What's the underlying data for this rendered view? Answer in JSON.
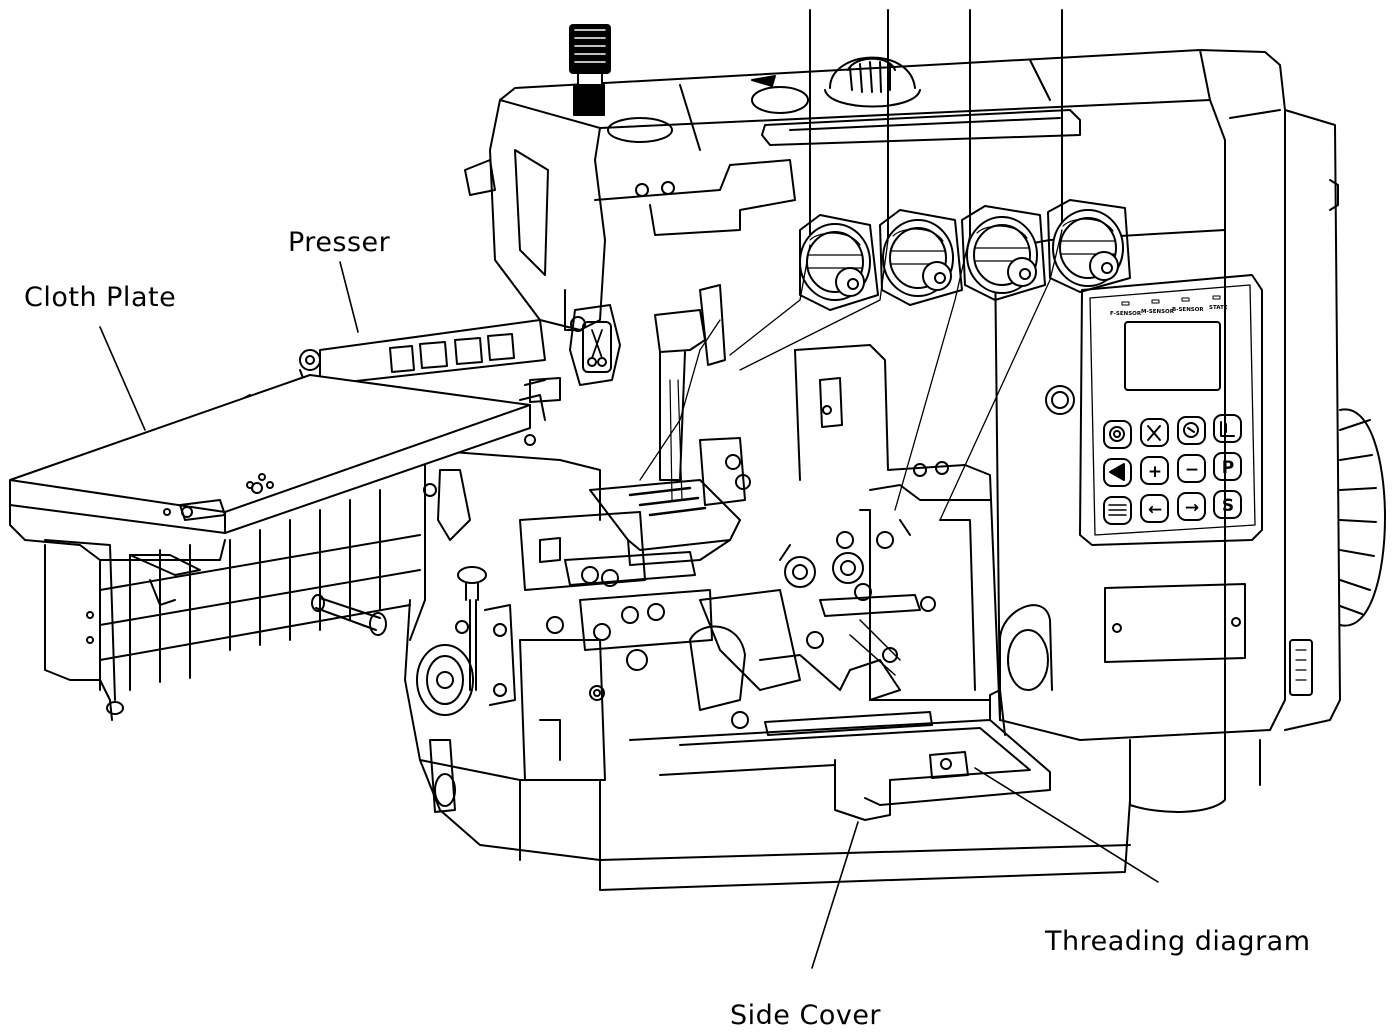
{
  "labels": {
    "presser": "Presser",
    "cloth_plate": "Cloth Plate",
    "threading_diagram": "Threading diagram",
    "side_cover": "Side Cover"
  },
  "control_panel": {
    "indicators": [
      "F-SENSOR",
      "M-SENSOR",
      "B-SENSOR",
      "STATE"
    ],
    "keys_row1": [
      "power",
      "scissors",
      "settings",
      "presser"
    ],
    "keys_row2": [
      "speed",
      "+",
      "−",
      "P"
    ],
    "keys_row3": [
      "menu",
      "←",
      "→",
      "S"
    ]
  },
  "colors": {
    "line": "#000000",
    "background": "#ffffff"
  }
}
